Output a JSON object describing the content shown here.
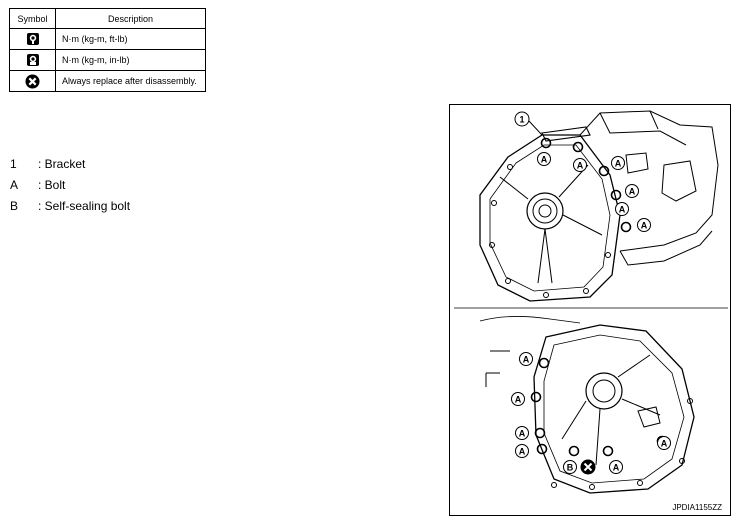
{
  "symbol_table": {
    "header_symbol": "Symbol",
    "header_description": "Description",
    "rows": [
      {
        "icon": "torque-wrench-icon",
        "description": "N·m (kg-m, ft-lb)"
      },
      {
        "icon": "torque-wrench-small-icon",
        "description": "N·m (kg-m, in-lb)"
      },
      {
        "icon": "replace-x-icon",
        "description": "Always replace after disassembly."
      }
    ]
  },
  "legend": [
    {
      "key": "1",
      "label": ": Bracket"
    },
    {
      "key": "A",
      "label": ": Bolt"
    },
    {
      "key": "B",
      "label": ": Self-sealing bolt"
    }
  ],
  "figure": {
    "callouts": {
      "bracket": "1",
      "bolt": "A",
      "self_sealing_bolt": "B"
    },
    "figure_id": "JPDIA1155ZZ"
  }
}
